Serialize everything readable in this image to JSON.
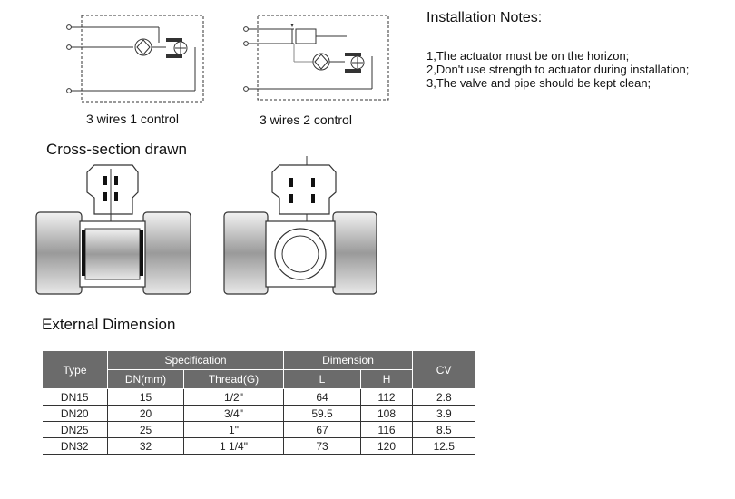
{
  "wiring": {
    "left_caption": "3 wires 1 control",
    "right_caption": "3 wires 2 control"
  },
  "installation": {
    "title": "Installation Notes:",
    "notes": [
      "1,The actuator must be on the horizon;",
      "2,Don't use strength to actuator during installation;",
      "3,The valve and pipe should be kept clean;"
    ]
  },
  "cross_section": {
    "title": "Cross-section drawn"
  },
  "external": {
    "title": "External Dimension",
    "header": {
      "type": "Type",
      "specification": "Specification",
      "dimension": "Dimension",
      "cv": "CV",
      "dn": "DN(mm)",
      "thread": "Thread(G)",
      "l": "L",
      "h": "H"
    },
    "rows": [
      {
        "type": "DN15",
        "dn": "15",
        "thread": "1/2\"",
        "l": "64",
        "h": "112",
        "cv": "2.8"
      },
      {
        "type": "DN20",
        "dn": "20",
        "thread": "3/4\"",
        "l": "59.5",
        "h": "108",
        "cv": "3.9"
      },
      {
        "type": "DN25",
        "dn": "25",
        "thread": "1\"",
        "l": "67",
        "h": "116",
        "cv": "8.5"
      },
      {
        "type": "DN32",
        "dn": "32",
        "thread": "1 1/4\"",
        "l": "73",
        "h": "120",
        "cv": "12.5"
      }
    ]
  }
}
